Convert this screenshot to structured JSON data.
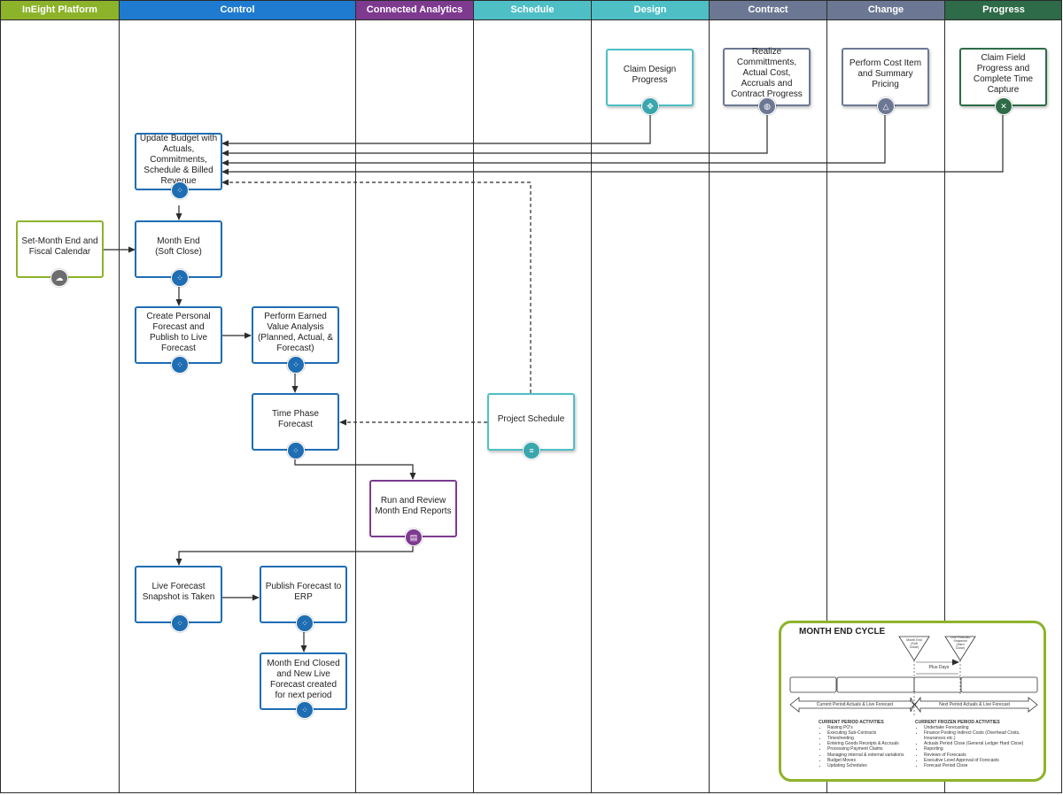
{
  "lanes": [
    {
      "label": "InEight Platform",
      "color": "#8db32a"
    },
    {
      "label": "Control",
      "color": "#1f7bd0"
    },
    {
      "label": "Connected Analytics",
      "color": "#7d3a8f"
    },
    {
      "label": "Schedule",
      "color": "#4fbfc6"
    },
    {
      "label": "Design",
      "color": "#4fbfc6"
    },
    {
      "label": "Contract",
      "color": "#6c7893"
    },
    {
      "label": "Change",
      "color": "#6c7893"
    },
    {
      "label": "Progress",
      "color": "#2e6b48"
    }
  ],
  "nodes": {
    "set_month_end": "Set-Month End and Fiscal Calendar",
    "update_budget": "Update Budget with Actuals, Commitments, Schedule & Billed Revenue",
    "month_end_soft": "Month End\n(Soft Close)",
    "create_forecast": "Create Personal Forecast and Publish to Live Forecast",
    "earned_value": "Perform Earned Value Analysis (Planned, Actual, & Forecast)",
    "time_phase": "Time Phase Forecast",
    "run_reports": "Run and Review Month End Reports",
    "live_snapshot": "Live Forecast Snapshot is Taken",
    "publish_erp": "Publish Forecast to ERP",
    "month_end_closed": "Month End Closed and New Live Forecast created for next period",
    "project_schedule": "Project Schedule",
    "claim_design": "Claim Design Progress",
    "realize_commitments": "Realize Committments, Actual Cost, Accruals and Contract Progress",
    "perform_cost": "Perform Cost Item and Summary Pricing",
    "claim_field": "Claim Field Progress and Complete Time Capture"
  },
  "icons": {
    "platform": "cloud-icon",
    "control": "network-icon",
    "analytics": "report-icon",
    "schedule": "schedule-icon",
    "design": "design-icon",
    "contract": "contract-icon",
    "change": "change-icon",
    "progress": "progress-icon"
  },
  "cycle": {
    "title": "MONTH END CYCLE",
    "marker_soft": "Month End\n(Soft\nClose)",
    "marker_hard": "Live Forecast\nSnapshot\n(Hard\nClose)",
    "plus_days": "Plus Days",
    "current_arrow": "Current Period Actuals & Live Forecast",
    "next_arrow": "Next Period Actuals & Live Forecast",
    "current_heading": "CURRENT PERIOD ACTIVITIES",
    "current_items": [
      "Raising PO's",
      "Executing Sub-Contracts",
      "Timesheeting",
      "Entering Goods Receipts & Accruals",
      "Processing Payment Claims",
      "Managing internal & external variations",
      "Budget Moves",
      "Updating Schedules"
    ],
    "frozen_heading": "CURRENT FROZEN PERIOD ACTIVITIES",
    "frozen_items": [
      "Undertake Forecasting",
      "Finance Posting Indirect Costs (Overhead Costs, Insurances etc.)",
      "Actuals Period Close (General Ledger Hard Close)",
      "Reporting",
      "Reviews of Forecasts",
      "Executive Level Approval of Forecasts",
      "Forecast Period Close"
    ]
  }
}
